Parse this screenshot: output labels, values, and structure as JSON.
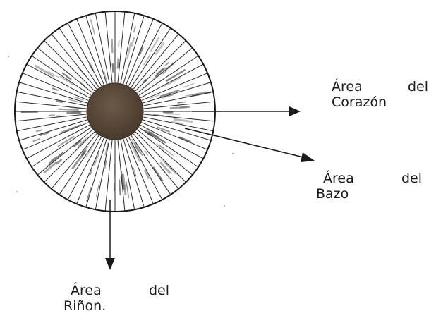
{
  "labels": {
    "heart": {
      "word1": "Área",
      "word2": "del",
      "line2": "Corazón"
    },
    "spleen": {
      "word1": "Área",
      "word2": "del",
      "line2": "Bazo"
    },
    "kidney": {
      "word1": "Área",
      "word2": "del",
      "line2": "Riñon."
    }
  },
  "colors": {
    "ink": "#1a1a1a",
    "pupil": "#5a4a3a",
    "shading": "#4a4a4a"
  }
}
